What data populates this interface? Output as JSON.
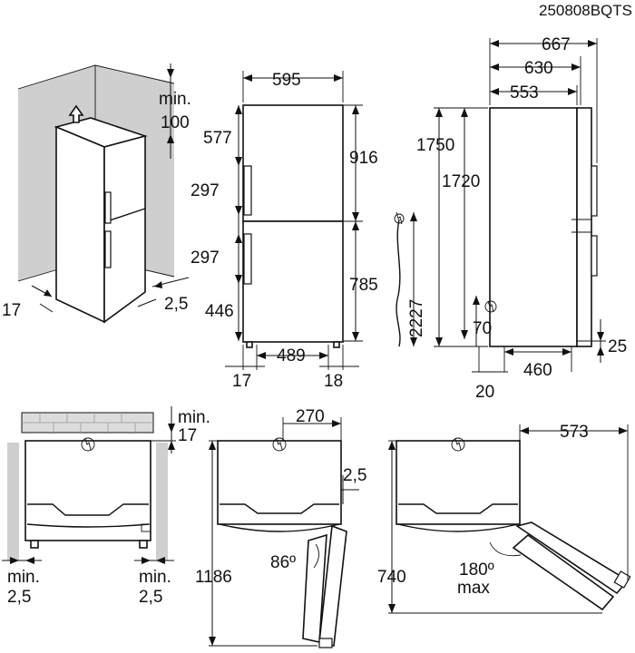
{
  "drawing_code": "250808BQTS",
  "colors": {
    "line": "#111111",
    "wall": "#cfcfcf",
    "background": "#ffffff"
  },
  "icons": [
    "plug-icon",
    "up-arrow-icon"
  ],
  "installation": {
    "top_clearance": [
      "min.",
      "100"
    ],
    "left_side": "17",
    "right_side": "2,5"
  },
  "front": {
    "width": "595",
    "door_upper": "577",
    "handle_upper": "297",
    "handle_lower": "297",
    "door_lower_bottom": "446",
    "upper_section": "916",
    "lower_section": "785",
    "feet_span": "489",
    "left_foot": "17",
    "right_foot": "18"
  },
  "side": {
    "depth_total": "667",
    "depth_handle": "630",
    "depth_body": "553",
    "height_total": "1750",
    "height_body": "1720",
    "cable": "2227",
    "plug_height": "70",
    "depth_feet": "460",
    "foot_front": "20",
    "foot_height": "25"
  },
  "top_view_1": {
    "rear_clearance": [
      "min.",
      "17"
    ],
    "left_side": [
      "min.",
      "2,5"
    ],
    "right_side": [
      "min.",
      "2,5"
    ]
  },
  "top_view_2": {
    "door_depth": "270",
    "gap": "2,5",
    "angle": "86º",
    "total_depth": "1186"
  },
  "top_view_3": {
    "door_width": "573",
    "angle": [
      "180º",
      "max"
    ],
    "total_depth": "740"
  }
}
